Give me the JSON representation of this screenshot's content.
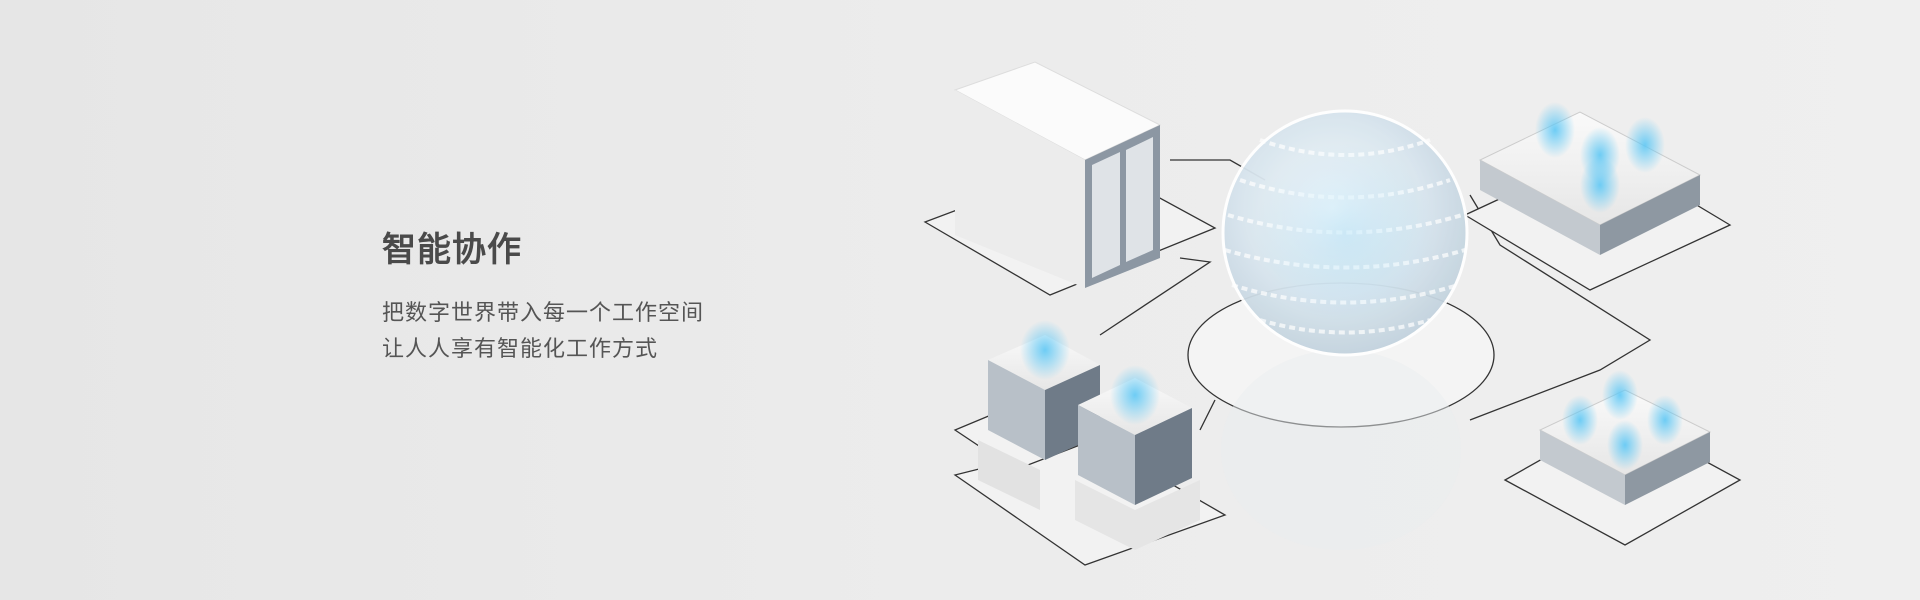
{
  "hero": {
    "title": "智能协作",
    "subtitle_lines": [
      "把数字世界带入每一个工作空间",
      "让人人享有智能化工作方式"
    ]
  },
  "colors": {
    "background": "#e8e8e8",
    "title": "#4a4a4a",
    "subtitle": "#555555",
    "accent_glow": "#5fc8f5"
  }
}
